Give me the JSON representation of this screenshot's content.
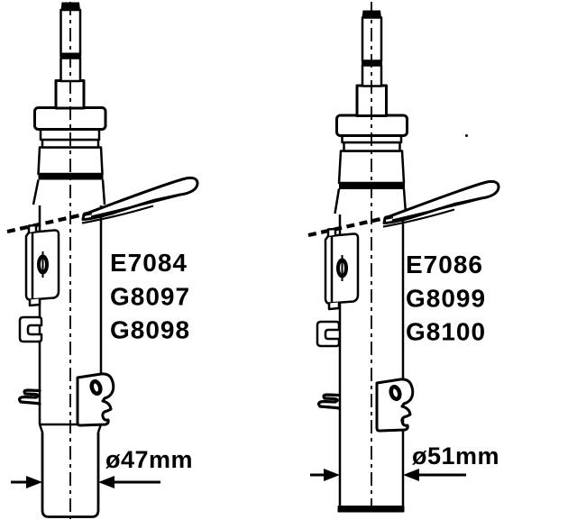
{
  "figure": {
    "background_color": "#ffffff",
    "line_color": "#000000",
    "description": "Two front suspension strut technical drawings with part numbers and lower tube diameters",
    "struts": [
      {
        "position": "left",
        "part_numbers": [
          "E7084",
          "G8097",
          "G8098"
        ],
        "diameter_label": "ø47mm"
      },
      {
        "position": "right",
        "part_numbers": [
          "E7086",
          "G8099",
          "G8100"
        ],
        "diameter_label": "ø51mm"
      }
    ]
  }
}
